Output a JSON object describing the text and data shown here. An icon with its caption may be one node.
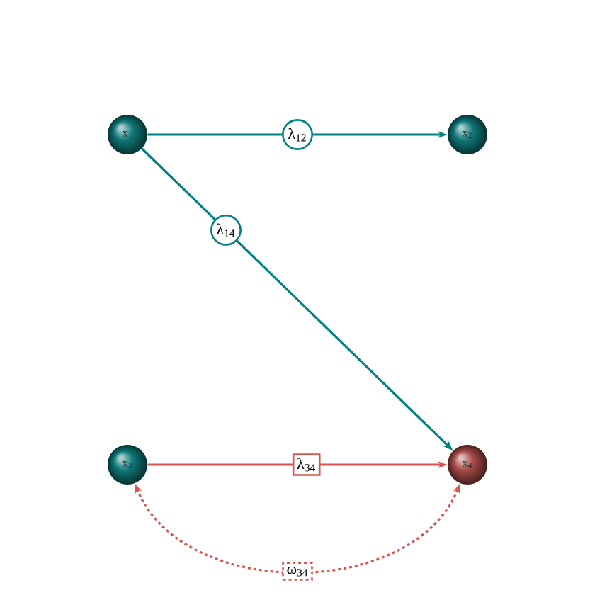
{
  "diagram": {
    "nodes": [
      {
        "text": [
          "x$_{1}$"
        ]
      },
      {
        "text": [
          "x$_{2}$"
        ]
      },
      {
        "text": [
          "x$_{3}$"
        ]
      },
      {
        "text": [
          "x$_{4}$"
        ]
      }
    ],
    "edges": [
      {
        "from": 0,
        "to": 1,
        "arrow": "to",
        "label": "λ$_{12}$",
        "color": "#008080"
      },
      {
        "from": 0,
        "to": 3,
        "arrow": "to",
        "label": "λ$_{14}$",
        "color": "#008080"
      },
      {
        "from": 2,
        "to": 3,
        "arrow": "to",
        "label": "λ$_{34}$",
        "color": "#d9534f"
      },
      {
        "from": 2,
        "to": 3,
        "arrow": "both",
        "label": "ω$_{34}$",
        "style": "dashed",
        "color": "#d9534f"
      }
    ]
  }
}
